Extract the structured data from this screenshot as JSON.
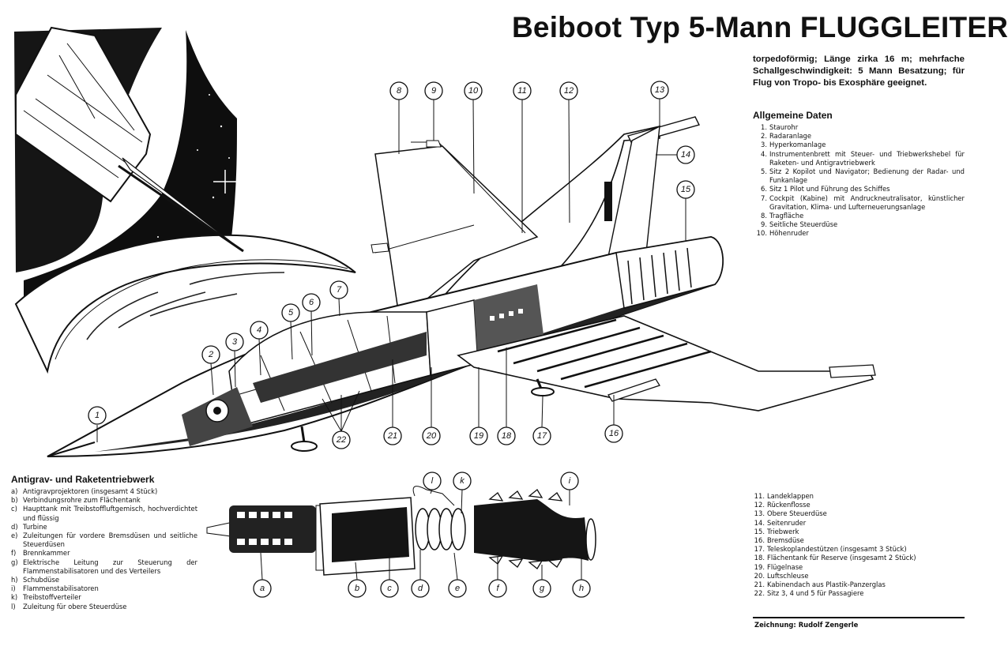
{
  "title": "Beiboot Typ 5-Mann FLUGGLEITER",
  "intro": "torpedoförmig; Länge zirka 16 m; mehrfache Schallgeschwindigkeit: 5 Mann Besatzung; für Flug von Tropo- bis Exosphäre geeignet.",
  "general_data": {
    "heading": "Allgemeine Daten",
    "items": [
      {
        "num": "1.",
        "text": "Staurohr"
      },
      {
        "num": "2.",
        "text": "Radaranlage"
      },
      {
        "num": "3.",
        "text": "Hyperkomanlage"
      },
      {
        "num": "4.",
        "text": "Instrumentenbrett mit Steuer- und Triebwerkshebel für Raketen- und Antigravtriebwerk"
      },
      {
        "num": "5.",
        "text": "Sitz 2 Kopilot und Navigator; Bedienung der Radar- und Funkanlage"
      },
      {
        "num": "6.",
        "text": "Sitz 1 Pilot und Führung des Schiffes"
      },
      {
        "num": "7.",
        "text": "Cockpit (Kabine) mit Andruckneutralisator, künstlicher Gravitation, Klima- und Lufterneuerungsanlage"
      },
      {
        "num": "8.",
        "text": "Tragfläche"
      },
      {
        "num": "9.",
        "text": "Seitliche Steuerdüse"
      },
      {
        "num": "10.",
        "text": "Höhenruder"
      }
    ]
  },
  "general_data_continued": {
    "items": [
      {
        "num": "11.",
        "text": "Landeklappen"
      },
      {
        "num": "12.",
        "text": "Rückenflosse"
      },
      {
        "num": "13.",
        "text": "Obere Steuerdüse"
      },
      {
        "num": "14.",
        "text": "Seitenruder"
      },
      {
        "num": "15.",
        "text": "Triebwerk"
      },
      {
        "num": "16.",
        "text": "Bremsdüse"
      },
      {
        "num": "17.",
        "text": "Teleskoplandestützen (insgesamt 3 Stück)"
      },
      {
        "num": "18.",
        "text": "Flächentank für Reserve (insgesamt 2 Stück)"
      },
      {
        "num": "19.",
        "text": "Flügelnase"
      },
      {
        "num": "20.",
        "text": "Luftschleuse"
      },
      {
        "num": "21.",
        "text": "Kabinendach aus Plastik-Panzerglas"
      },
      {
        "num": "22.",
        "text": "Sitz 3, 4 und 5 für Passagiere"
      }
    ]
  },
  "credit": "Zeichnung: Rudolf Zengerle",
  "engine_legend": {
    "heading": "Antigrav- und Raketentriebwerk",
    "items": [
      {
        "num": "a)",
        "text": "Antigravprojektoren (insgesamt 4 Stück)"
      },
      {
        "num": "b)",
        "text": "Verbindungsrohre zum Flächentank"
      },
      {
        "num": "c)",
        "text": "Haupttank mit Treibstoffluftgemisch, hochverdichtet und flüssig"
      },
      {
        "num": "d)",
        "text": "Turbine"
      },
      {
        "num": "e)",
        "text": "Zuleitungen für vordere Bremsdüsen und seitliche Steuerdüsen"
      },
      {
        "num": "f)",
        "text": "Brennkammer"
      },
      {
        "num": "g)",
        "text": "Elektrische Leitung zur Steuerung der Flammenstabilisatoren und des Verteilers"
      },
      {
        "num": "h)",
        "text": "Schubdüse"
      },
      {
        "num": "i)",
        "text": "Flammenstabilisatoren"
      },
      {
        "num": "k)",
        "text": "Treibstoffverteiler"
      },
      {
        "num": "l)",
        "text": "Zuleitung für obere Steuerdüse"
      }
    ]
  },
  "ship_callouts": [
    "1",
    "2",
    "3",
    "4",
    "5",
    "6",
    "7",
    "8",
    "9",
    "10",
    "11",
    "12",
    "13",
    "14",
    "15",
    "16",
    "17",
    "18",
    "19",
    "20",
    "21",
    "22"
  ],
  "engine_callouts": [
    "a",
    "b",
    "c",
    "d",
    "e",
    "f",
    "g",
    "h",
    "i",
    "k",
    "l"
  ],
  "colors": {
    "ink": "#111111",
    "paper": "#ffffff"
  }
}
